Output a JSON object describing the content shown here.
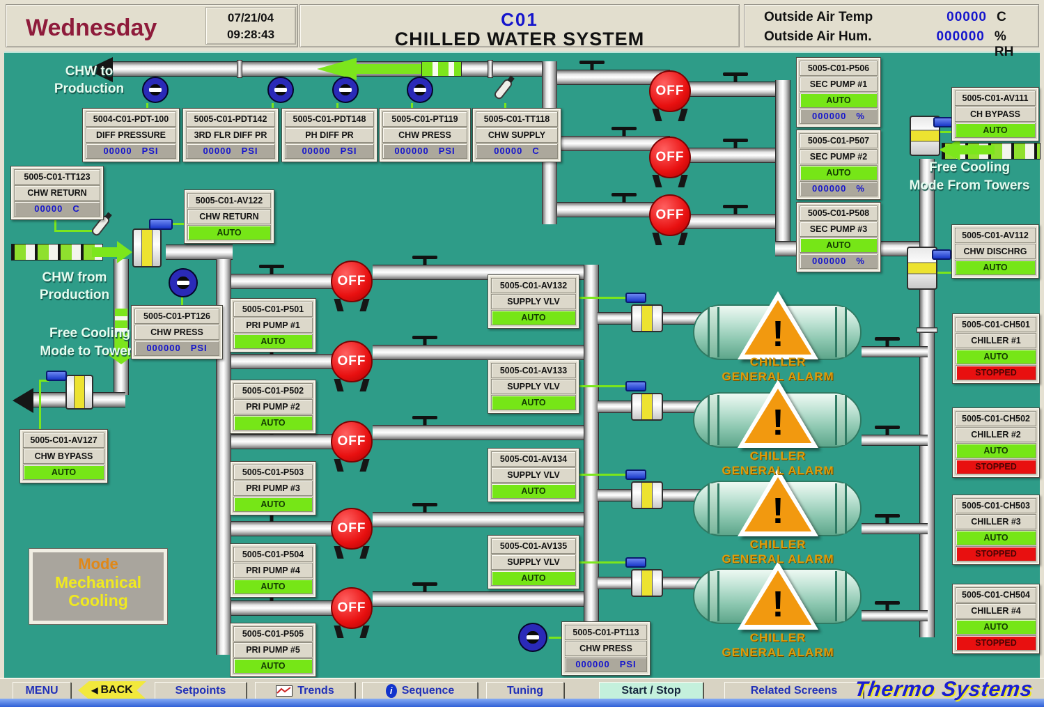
{
  "header": {
    "day": "Wednesday",
    "date": "07/21/04",
    "time": "09:28:43",
    "system_code": "C01",
    "title": "CHILLED WATER SYSTEM",
    "oat_label": "Outside Air Temp",
    "oat_value": "00000",
    "oat_unit": "C",
    "oah_label": "Outside Air Hum.",
    "oah_value": "000000",
    "oah_unit": "% RH"
  },
  "annotations": {
    "chw_to_production": [
      "CHW to",
      "Production"
    ],
    "chw_from_production": [
      "CHW from",
      "Production"
    ],
    "free_cooling_to": [
      "Free Cooling",
      "Mode to Towers"
    ],
    "free_cooling_from": [
      "Free Cooling",
      "Mode From Towers"
    ],
    "mode": {
      "title": "Mode",
      "line1": "Mechanical",
      "line2": "Cooling"
    },
    "chiller_alarm": {
      "line1": "CHILLER",
      "line2": "GENERAL ALARM"
    },
    "pump_off": "OFF",
    "warn_mark": "!"
  },
  "instruments": [
    {
      "tag": "5004-C01-PDT-100",
      "name": "DIFF PRESSURE",
      "value": "00000",
      "unit": "PSI"
    },
    {
      "tag": "5005-C01-PDT142",
      "name": "3RD FLR DIFF PR",
      "value": "00000",
      "unit": "PSI"
    },
    {
      "tag": "5005-C01-PDT148",
      "name": "PH DIFF PR",
      "value": "00000",
      "unit": "PSI"
    },
    {
      "tag": "5005-C01-PT119",
      "name": "CHW PRESS",
      "value": "000000",
      "unit": "PSI"
    },
    {
      "tag": "5005-C01-TT118",
      "name": "CHW SUPPLY",
      "value": "00000",
      "unit": "C"
    },
    {
      "tag": "5005-C01-TT123",
      "name": "CHW RETURN",
      "value": "00000",
      "unit": "C"
    },
    {
      "tag": "5005-C01-PT126",
      "name": "CHW PRESS",
      "value": "000000",
      "unit": "PSI"
    },
    {
      "tag": "5005-C01-PT113",
      "name": "CHW PRESS",
      "value": "000000",
      "unit": "PSI"
    }
  ],
  "valves": [
    {
      "tag": "5005-C01-AV122",
      "name": "CHW RETURN",
      "status": "AUTO"
    },
    {
      "tag": "5005-C01-AV111",
      "name": "CH BYPASS",
      "status": "AUTO"
    },
    {
      "tag": "5005-C01-AV112",
      "name": "CHW DISCHRG",
      "status": "AUTO"
    },
    {
      "tag": "5005-C01-AV127",
      "name": "CHW BYPASS",
      "status": "AUTO"
    },
    {
      "tag": "5005-C01-AV132",
      "name": "SUPPLY VLV",
      "status": "AUTO"
    },
    {
      "tag": "5005-C01-AV133",
      "name": "SUPPLY VLV",
      "status": "AUTO"
    },
    {
      "tag": "5005-C01-AV134",
      "name": "SUPPLY VLV",
      "status": "AUTO"
    },
    {
      "tag": "5005-C01-AV135",
      "name": "SUPPLY VLV",
      "status": "AUTO"
    }
  ],
  "sec_pumps": [
    {
      "tag": "5005-C01-P506",
      "name": "SEC PUMP #1",
      "status": "AUTO",
      "value": "000000",
      "unit": "%"
    },
    {
      "tag": "5005-C01-P507",
      "name": "SEC PUMP #2",
      "status": "AUTO",
      "value": "000000",
      "unit": "%"
    },
    {
      "tag": "5005-C01-P508",
      "name": "SEC PUMP #3",
      "status": "AUTO",
      "value": "000000",
      "unit": "%"
    }
  ],
  "pri_pumps": [
    {
      "tag": "5005-C01-P501",
      "name": "PRI PUMP #1",
      "status": "AUTO"
    },
    {
      "tag": "5005-C01-P502",
      "name": "PRI PUMP #2",
      "status": "AUTO"
    },
    {
      "tag": "5005-C01-P503",
      "name": "PRI PUMP #3",
      "status": "AUTO"
    },
    {
      "tag": "5005-C01-P504",
      "name": "PRI PUMP #4",
      "status": "AUTO"
    },
    {
      "tag": "5005-C01-P505",
      "name": "PRI PUMP #5",
      "status": "AUTO"
    }
  ],
  "chillers": [
    {
      "tag": "5005-C01-CH501",
      "name": "CHILLER #1",
      "mode": "AUTO",
      "state": "STOPPED"
    },
    {
      "tag": "5005-C01-CH502",
      "name": "CHILLER #2",
      "mode": "AUTO",
      "state": "STOPPED"
    },
    {
      "tag": "5005-C01-CH503",
      "name": "CHILLER #3",
      "mode": "AUTO",
      "state": "STOPPED"
    },
    {
      "tag": "5005-C01-CH504",
      "name": "CHILLER #4",
      "mode": "AUTO",
      "state": "STOPPED"
    }
  ],
  "menu": {
    "menu": "MENU",
    "back": "BACK",
    "setpoints": "Setpoints",
    "trends": "Trends",
    "sequence": "Sequence",
    "tuning": "Tuning",
    "start_stop": "Start / Stop",
    "related": "Related Screens",
    "logo": "Thermo Systems"
  },
  "icons": {
    "back": "back-arrow-icon",
    "trends": "trend-chart-icon",
    "sequence": "info-icon"
  },
  "colors": {
    "background_teal": "#2E9C88",
    "auto_green": "#76E617",
    "alarm_red": "#E81010",
    "value_blue": "#1515CC",
    "warning_orange": "#F2990F"
  }
}
